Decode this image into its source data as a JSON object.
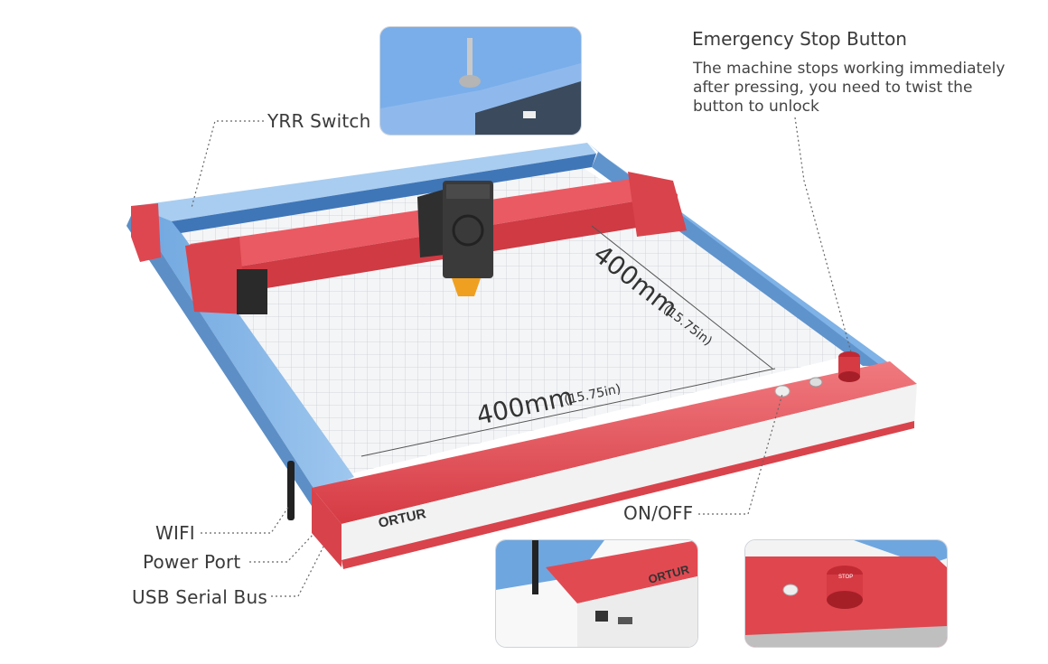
{
  "callouts": {
    "emergency_stop": {
      "title": "Emergency Stop Button",
      "description": "The machine stops working immediately after pressing, you need to twist the button to unlock"
    },
    "yrr_switch": "YRR Switch",
    "on_off": "ON/OFF",
    "wifi": "WIFI",
    "power_port": "Power Port",
    "usb_serial_bus": "USB Serial Bus"
  },
  "dimensions": {
    "horizontal_main": "400mm",
    "horizontal_sub": "(15.75in)",
    "depth_main": "400mm",
    "depth_sub": "(15.75in)"
  },
  "brand": {
    "logo_text": "ORTUR",
    "inset_logo_text": "ORTUR"
  },
  "insets": {
    "stop_button_text": "STOP"
  },
  "colors": {
    "frame_blue": "#7fb2e6",
    "frame_red": "#e0474f",
    "grid_line": "#c8ccd2",
    "callout_text": "#3a3a3a"
  }
}
